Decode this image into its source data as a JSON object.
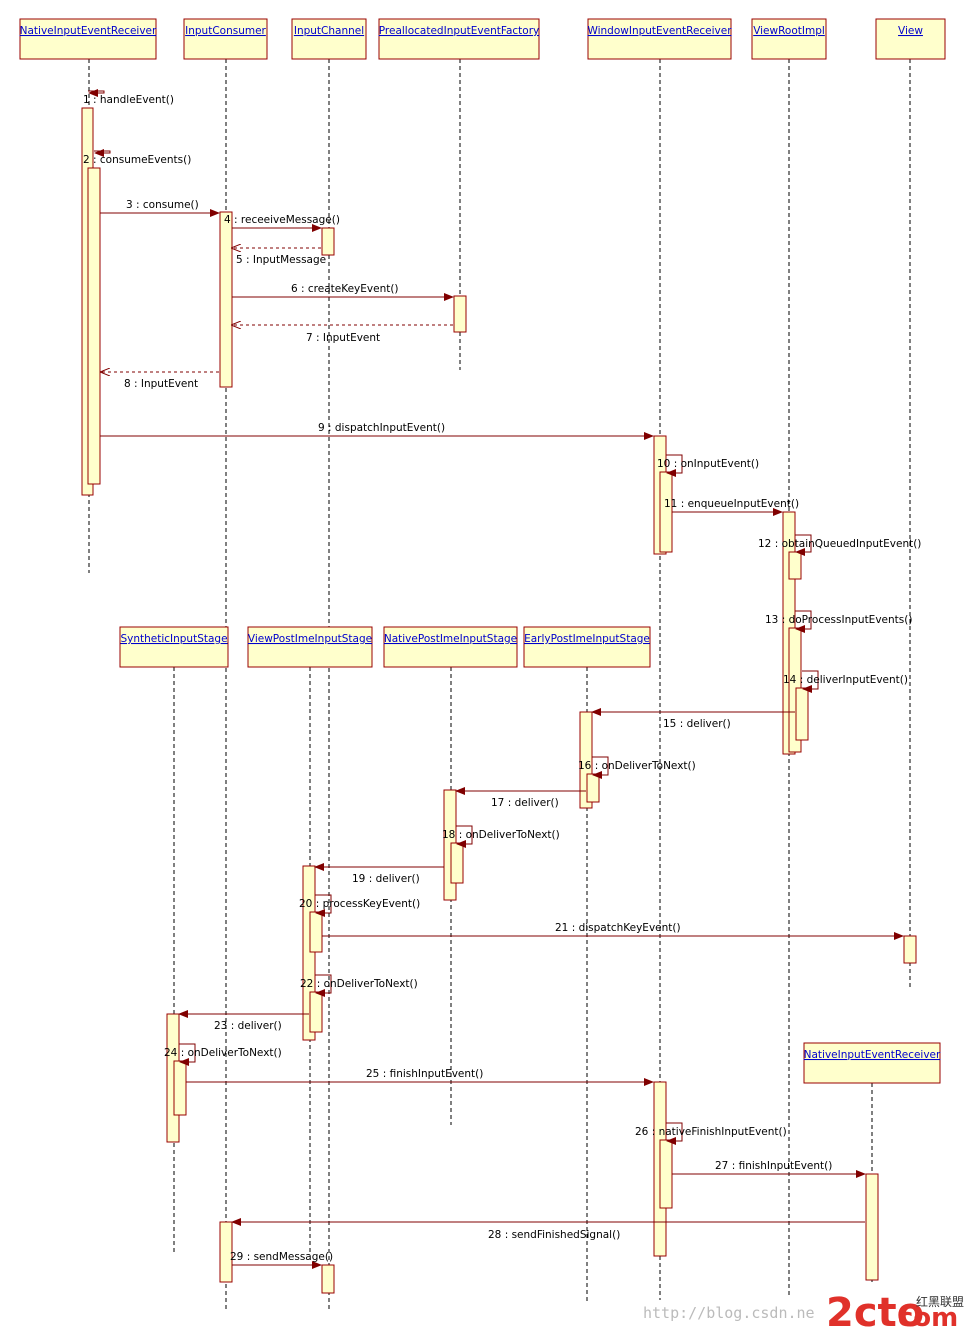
{
  "participants": [
    {
      "id": "nier",
      "label": "NativeInputEventReceiver"
    },
    {
      "id": "ic",
      "label": "InputConsumer"
    },
    {
      "id": "ich",
      "label": "InputChannel"
    },
    {
      "id": "pief",
      "label": "PreallocatedInputEventFactory"
    },
    {
      "id": "wier",
      "label": "WindowInputEventReceiver"
    },
    {
      "id": "vri",
      "label": "ViewRootImpl"
    },
    {
      "id": "view",
      "label": "View"
    },
    {
      "id": "sis",
      "label": "SyntheticInputStage"
    },
    {
      "id": "vpis",
      "label": "ViewPostImeInputStage"
    },
    {
      "id": "npis",
      "label": "NativePostImeInputStage"
    },
    {
      "id": "epis",
      "label": "EarlyPostImeInputStage"
    },
    {
      "id": "nier2",
      "label": "NativeInputEventReceiver"
    }
  ],
  "messages": [
    {
      "n": 1,
      "label": "1 : handleEvent()",
      "from": "nier",
      "to": "nier",
      "kind": "self"
    },
    {
      "n": 2,
      "label": "2 : consumeEvents()",
      "from": "nier",
      "to": "nier",
      "kind": "self"
    },
    {
      "n": 3,
      "label": "3 : consume()",
      "from": "nier",
      "to": "ic",
      "kind": "call"
    },
    {
      "n": 4,
      "label": "4 : receeiveMessage()",
      "from": "ic",
      "to": "ich",
      "kind": "call"
    },
    {
      "n": 5,
      "label": "5 : InputMessage",
      "from": "ich",
      "to": "ic",
      "kind": "return"
    },
    {
      "n": 6,
      "label": "6 : createKeyEvent()",
      "from": "ic",
      "to": "pief",
      "kind": "call"
    },
    {
      "n": 7,
      "label": "7 : InputEvent",
      "from": "pief",
      "to": "ic",
      "kind": "return"
    },
    {
      "n": 8,
      "label": "8 : InputEvent",
      "from": "ic",
      "to": "nier",
      "kind": "return"
    },
    {
      "n": 9,
      "label": "9 : dispatchInputEvent()",
      "from": "nier",
      "to": "wier",
      "kind": "call"
    },
    {
      "n": 10,
      "label": "10 : onInputEvent()",
      "from": "wier",
      "to": "wier",
      "kind": "self"
    },
    {
      "n": 11,
      "label": "11 : enqueueInputEvent()",
      "from": "wier",
      "to": "vri",
      "kind": "call"
    },
    {
      "n": 12,
      "label": "12 : obtainQueuedInputEvent()",
      "from": "vri",
      "to": "vri",
      "kind": "self"
    },
    {
      "n": 13,
      "label": "13 : doProcessInputEvents()",
      "from": "vri",
      "to": "vri",
      "kind": "self"
    },
    {
      "n": 14,
      "label": "14 : deliverInputEvent()",
      "from": "vri",
      "to": "vri",
      "kind": "self"
    },
    {
      "n": 15,
      "label": "15 : deliver()",
      "from": "vri",
      "to": "epis",
      "kind": "call"
    },
    {
      "n": 16,
      "label": "16 : onDeliverToNext()",
      "from": "epis",
      "to": "epis",
      "kind": "self"
    },
    {
      "n": 17,
      "label": "17 : deliver()",
      "from": "epis",
      "to": "npis",
      "kind": "call"
    },
    {
      "n": 18,
      "label": "18 : onDeliverToNext()",
      "from": "npis",
      "to": "npis",
      "kind": "self"
    },
    {
      "n": 19,
      "label": "19 : deliver()",
      "from": "npis",
      "to": "vpis",
      "kind": "call"
    },
    {
      "n": 20,
      "label": "20 : processKeyEvent()",
      "from": "vpis",
      "to": "vpis",
      "kind": "self"
    },
    {
      "n": 21,
      "label": "21 : dispatchKeyEvent()",
      "from": "vpis",
      "to": "view",
      "kind": "call"
    },
    {
      "n": 22,
      "label": "22 : onDeliverToNext()",
      "from": "vpis",
      "to": "vpis",
      "kind": "self"
    },
    {
      "n": 23,
      "label": "23 : deliver()",
      "from": "vpis",
      "to": "sis",
      "kind": "call"
    },
    {
      "n": 24,
      "label": "24 : onDeliverToNext()",
      "from": "sis",
      "to": "sis",
      "kind": "self"
    },
    {
      "n": 25,
      "label": "25 : finishInputEvent()",
      "from": "sis",
      "to": "wier",
      "kind": "call"
    },
    {
      "n": 26,
      "label": "26 : nativeFinishInputEvent()",
      "from": "wier",
      "to": "wier",
      "kind": "self"
    },
    {
      "n": 27,
      "label": "27 : finishInputEvent()",
      "from": "wier",
      "to": "nier2",
      "kind": "call"
    },
    {
      "n": 28,
      "label": "28 : sendFinishedSignal()",
      "from": "nier2",
      "to": "ic",
      "kind": "call"
    },
    {
      "n": 29,
      "label": "29 : sendMessage()",
      "from": "ic",
      "to": "ich",
      "kind": "call"
    }
  ],
  "watermark": {
    "url_text": "http://blog.csdn.ne",
    "logo_text": "2cto",
    "logo_suffix": ".com",
    "logo_cn": "红黑联盟"
  },
  "colors": {
    "box_fill": "#ffffcc",
    "box_stroke": "#990000",
    "arrow": "#800000",
    "name_text": "#0000cc"
  }
}
